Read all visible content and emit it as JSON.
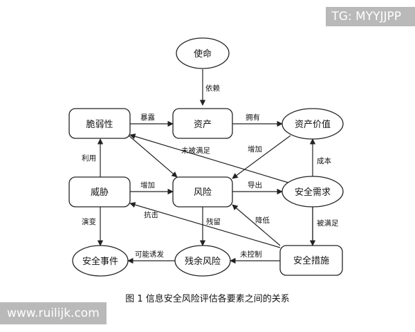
{
  "watermarks": {
    "top": "TG: MYYJJPP",
    "bottom": "www.ruilijk.com"
  },
  "nodes": {
    "mission": "使命",
    "vulnerability": "脆弱性",
    "asset": "资产",
    "asset_value": "资产价值",
    "threat": "威胁",
    "risk": "风险",
    "security_requirement": "安全需求",
    "security_event": "安全事件",
    "residual_risk": "残余风险",
    "security_measure": "安全措施"
  },
  "edges": {
    "depends": "依赖",
    "exposes": "暴露",
    "owns": "拥有",
    "unmet": "未被满足",
    "increase_1": "增加",
    "exploits": "利用",
    "increase_2": "增加",
    "derives": "导出",
    "cost": "成本",
    "resists": "抗击",
    "evolves": "演变",
    "residual": "残留",
    "reduces": "降低",
    "satisfied": "被满足",
    "may_induce": "可能诱发",
    "uncontrolled": "未控制"
  },
  "caption": "图 1  信息安全风险评估各要素之间的关系"
}
